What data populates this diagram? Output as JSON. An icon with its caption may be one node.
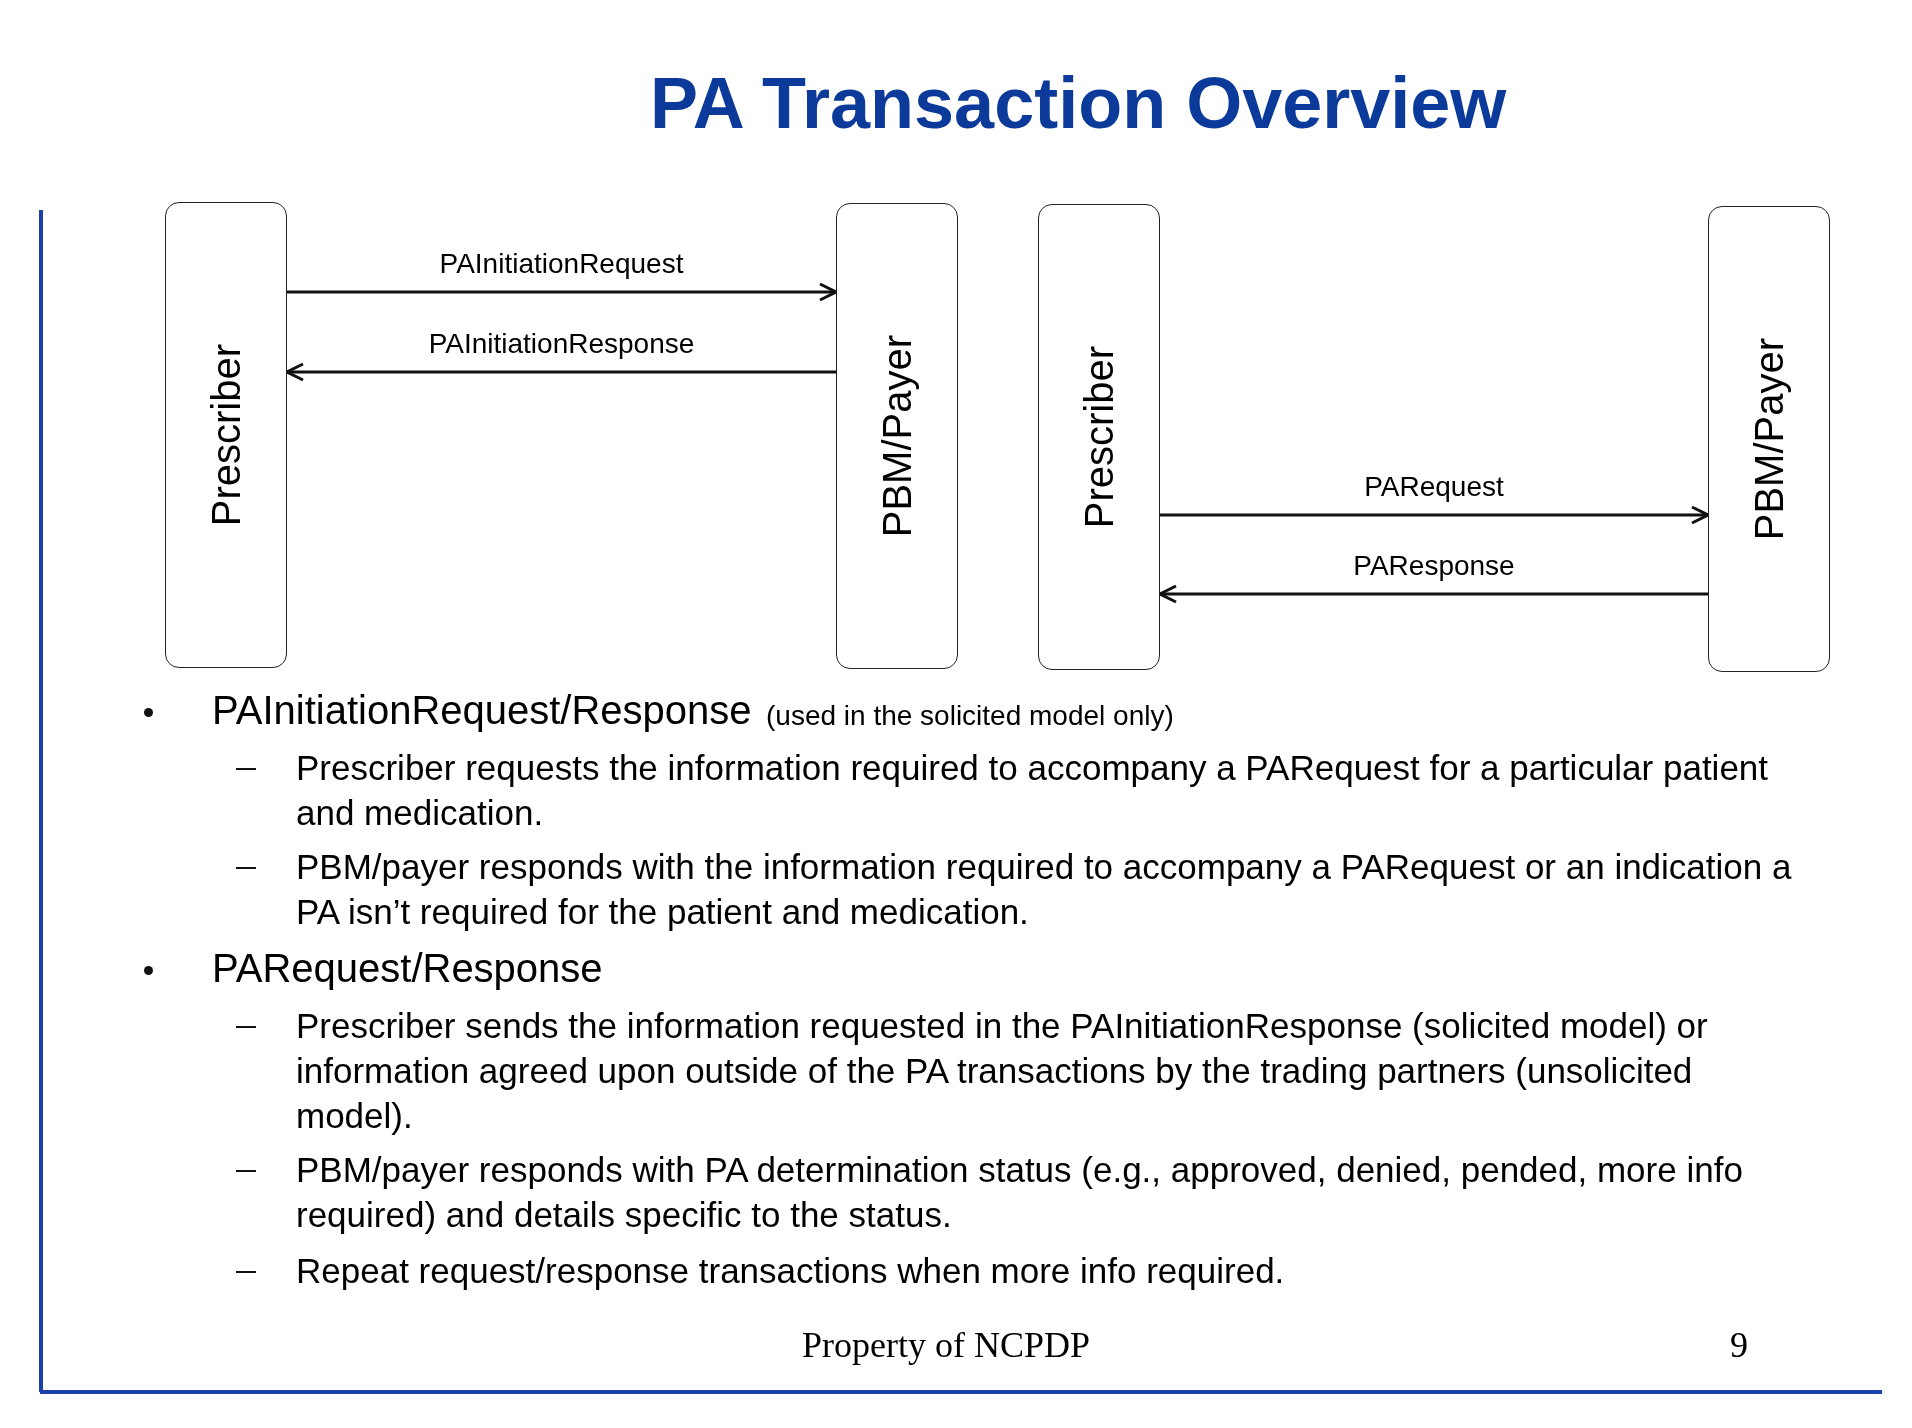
{
  "diagram": {
    "title": "PA Transaction Overview",
    "nodes": [
      {
        "text": [
          "Prescriber"
        ]
      },
      {
        "text": [
          "PBM/Payer"
        ]
      },
      {
        "text": [
          "Prescriber"
        ]
      },
      {
        "text": [
          "PBM/Payer"
        ]
      }
    ],
    "edges": [
      {
        "from": 0,
        "to": 1,
        "arrow": "to",
        "label": "PAInitiationRequest"
      },
      {
        "from": 1,
        "to": 0,
        "arrow": "to",
        "label": "PAInitiationResponse"
      },
      {
        "from": 2,
        "to": 3,
        "arrow": "to",
        "label": "PARequest"
      },
      {
        "from": 3,
        "to": 2,
        "arrow": "to",
        "label": "PAResponse"
      }
    ],
    "labels": [
      "PAInitiationRequest/Response",
      "(used in the solicited model only)",
      "Prescriber requests the information required to accompany a PARequest for a particular patient and medication.",
      "PBM/payer responds with the information required to accompany a PARequest or an indication a PA isn’t required for the patient and medication.",
      "PARequest/Response",
      "Prescriber sends the information requested in the PAInitiationResponse (solicited model) or information agreed upon outside of the PA transactions by the trading partners (unsolicited model).",
      "PBM/payer responds with PA determination status (e.g., approved, denied, pended, more info required) and details specific to the status.",
      "Repeat request/response transactions when more info required.",
      "Property of NCPDP",
      "9"
    ]
  }
}
